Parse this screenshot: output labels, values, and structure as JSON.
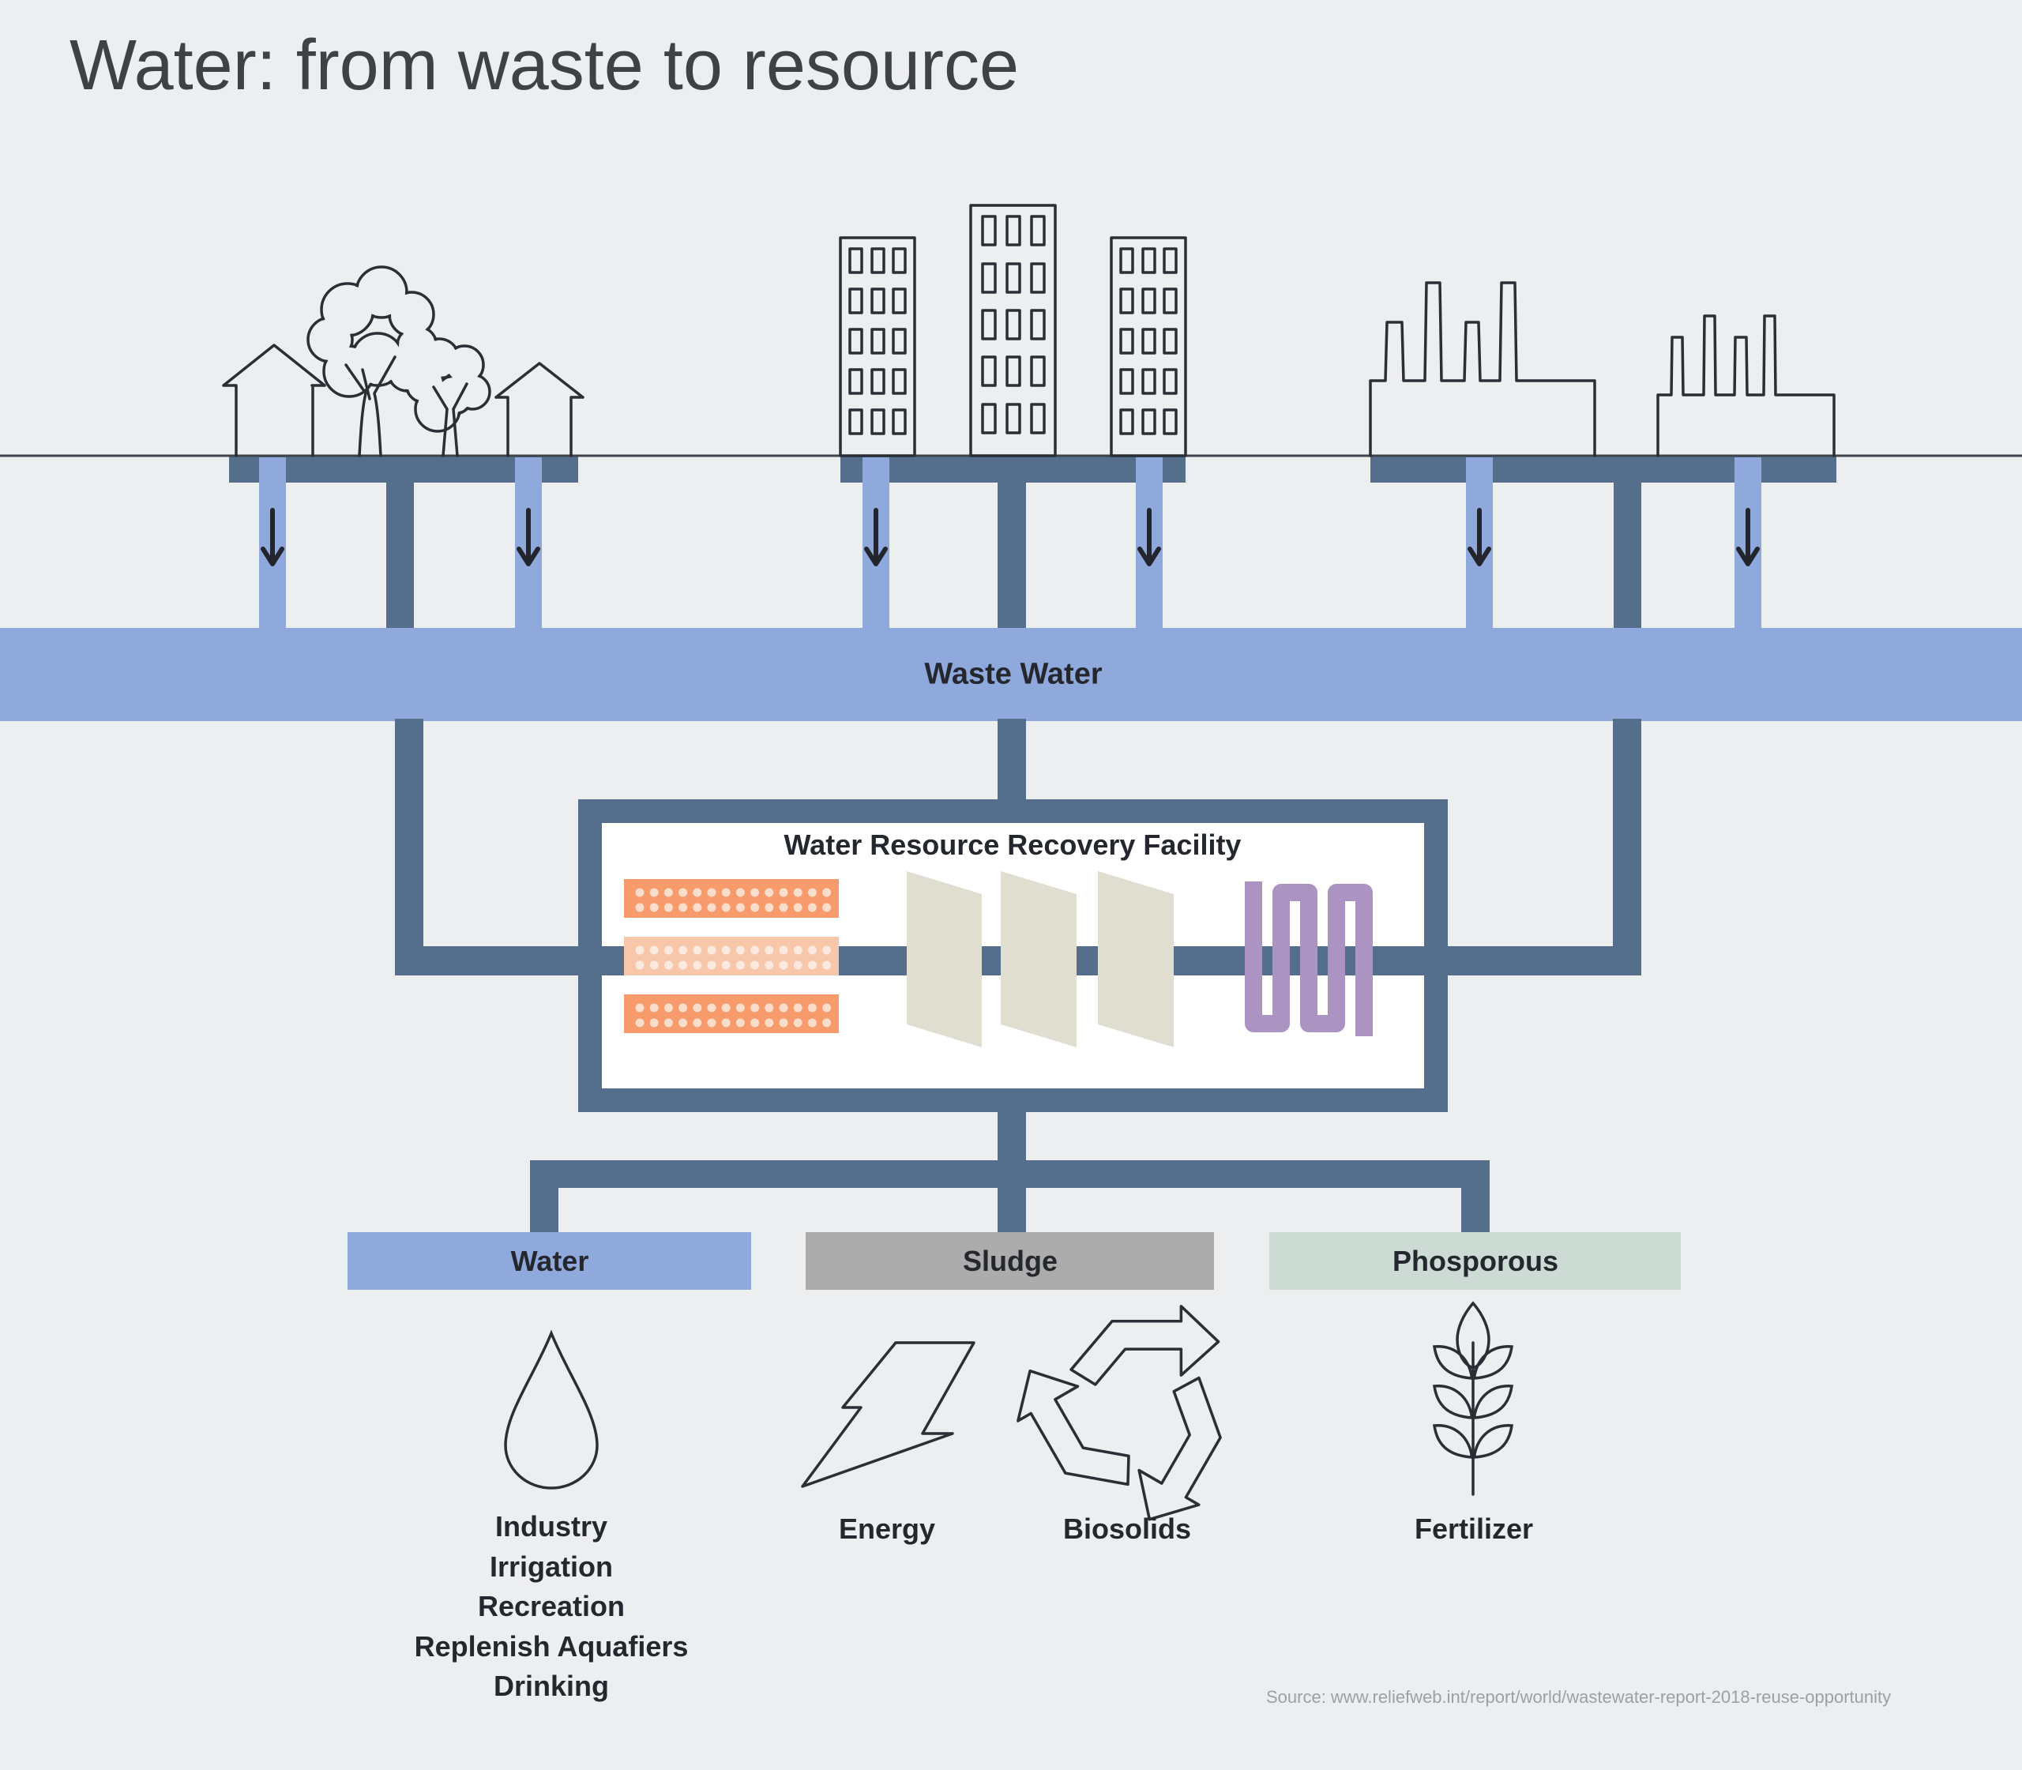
{
  "title": "Water: from waste to resource",
  "waste_water": {
    "label": "Waste Water"
  },
  "facility": {
    "title": "Water Resource Recovery Facility"
  },
  "bands": {
    "water": "Water",
    "sludge": "Sludge",
    "phosporous": "Phosporous"
  },
  "water_uses": [
    "Industry",
    "Irrigation",
    "Recreation",
    "Replenish Aquafiers",
    "Drinking"
  ],
  "sludge_outputs": {
    "energy": "Energy",
    "biosolids": "Biosolids"
  },
  "phosporous_outputs": {
    "fertilizer": "Fertilizer"
  },
  "source": "Source: www.reliefweb.int/report/world/wastewater-report-2018-reuse-opportunity",
  "colors": {
    "background": "#edeef0",
    "pipe_dark": "#556e8c",
    "water_blue": "#8fa9dc",
    "sludge_gray": "#acacac",
    "phosporous_mint": "#cddbd5",
    "tank_orange": "#f79b6c",
    "tank_salmon": "#f8c6a9",
    "panel_beige": "#e0ded1",
    "coil_purple": "#ab93c2"
  }
}
